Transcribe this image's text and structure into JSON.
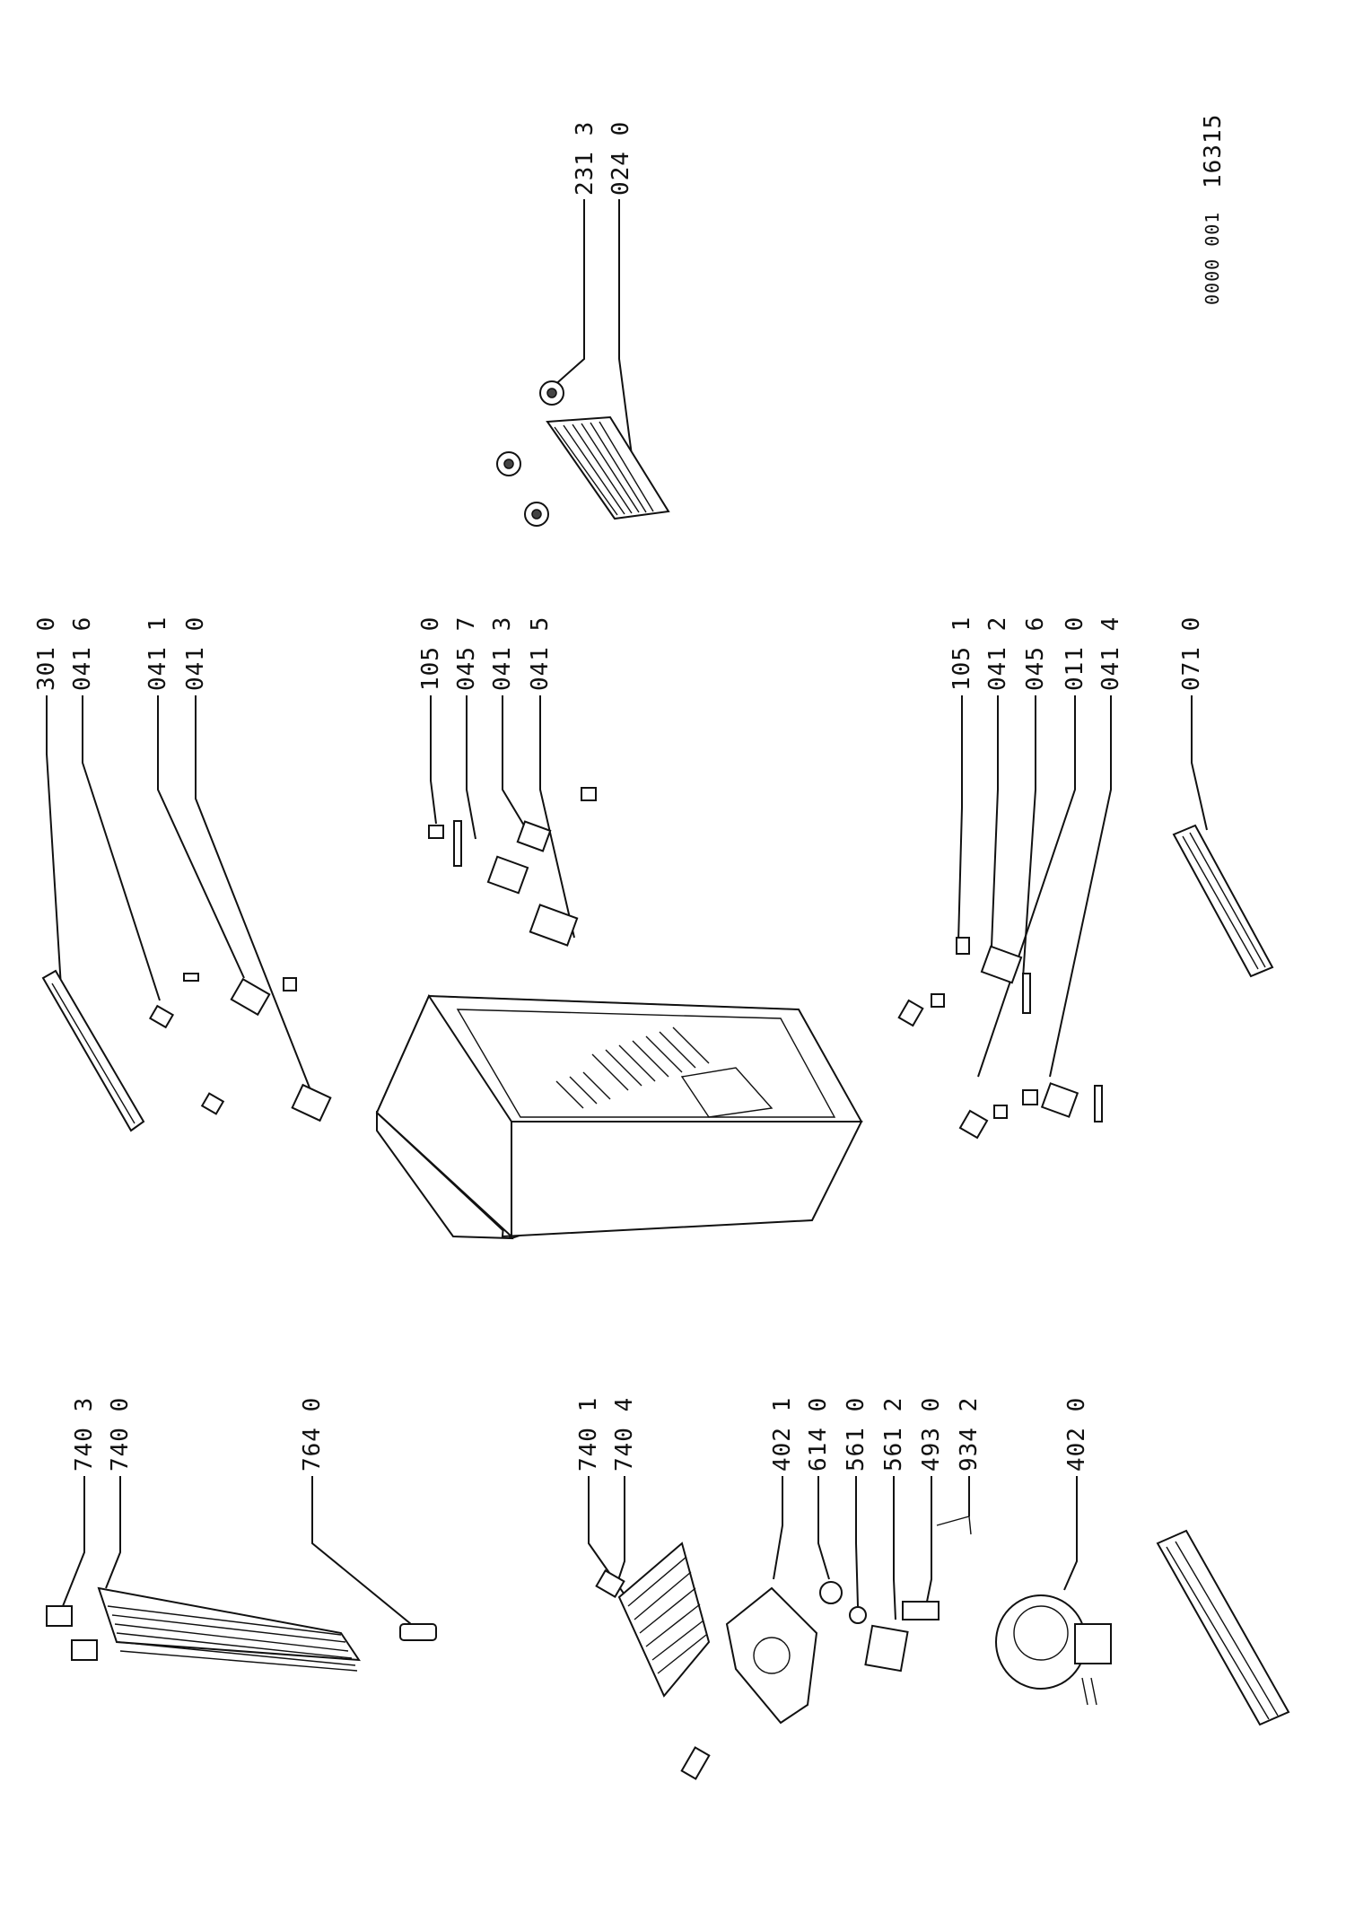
{
  "document": {
    "code_left": "0000 001",
    "code_right": "16315"
  },
  "callouts": {
    "c231_3": "231 3",
    "c024_0": "024 0",
    "c301_0": "301 0",
    "c041_6": "041 6",
    "c041_1": "041 1",
    "c041_0": "041 0",
    "c105_0": "105 0",
    "c045_7": "045 7",
    "c041_3": "041 3",
    "c041_5": "041 5",
    "c105_1": "105 1",
    "c041_2": "041 2",
    "c045_6": "045 6",
    "c011_0": "011 0",
    "c041_4": "041 4",
    "c071_0": "071 0",
    "c740_3": "740 3",
    "c740_0": "740 0",
    "c764_0": "764 0",
    "c740_1": "740 1",
    "c740_4": "740 4",
    "c402_1": "402 1",
    "c614_0": "614 0",
    "c561_0": "561 0",
    "c561_2": "561 2",
    "c493_0": "493 0",
    "c934_2": "934 2",
    "c402_0": "402 0"
  }
}
